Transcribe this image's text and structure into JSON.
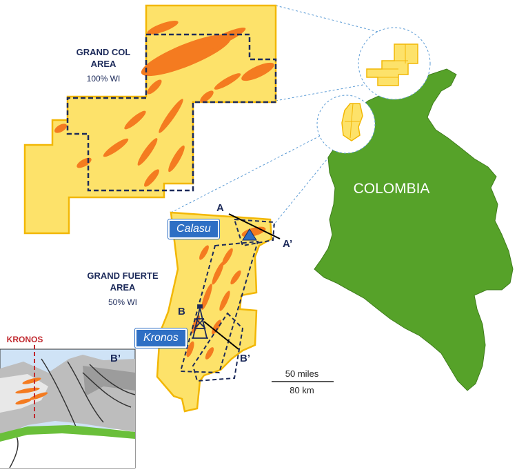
{
  "map": {
    "country_label": "COLOMBIA",
    "grand_col": {
      "name_line1": "GRAND COL",
      "name_line2": "AREA",
      "interest": "100% WI"
    },
    "grand_fuerte": {
      "name_line1": "GRAND FUERTE",
      "name_line2": "AREA",
      "interest": "50% WI"
    },
    "sites": {
      "calasu": "Calasu",
      "kronos": "Kronos"
    },
    "section_lines": {
      "a_start": "A",
      "a_end": "A’",
      "b_start": "B",
      "b_end": "B’"
    },
    "scale_bar": {
      "miles": "50 miles",
      "km": "80 km"
    },
    "cross_section": {
      "well_label": "KRONOS",
      "end_label": "B’"
    }
  },
  "colors": {
    "block_fill": "#fde26a",
    "block_stroke": "#f2b705",
    "lead_fill": "#f47b20",
    "country_fill": "#56a229",
    "dashed_outline": "#1c2a5a",
    "label_tag": "#2e6fc4"
  }
}
